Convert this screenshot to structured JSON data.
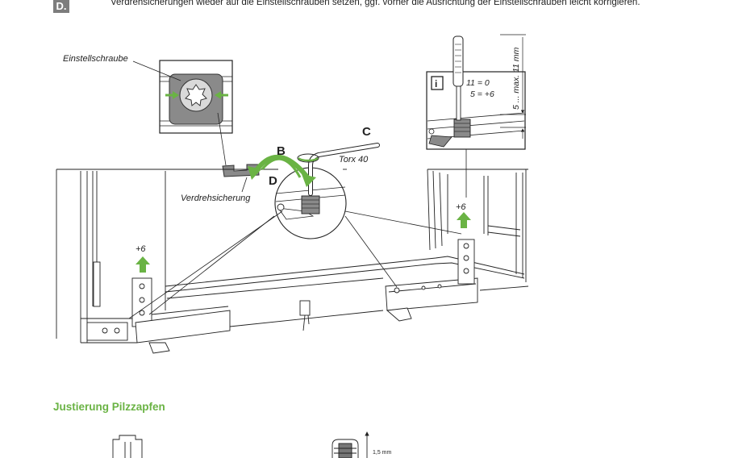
{
  "step": {
    "badge": "D.",
    "text": "Verdrehsicherungen wieder auf die Einstellschrauben setzen, ggf. vorher die Ausrichtung der Einstellschrauben leicht korrigieren."
  },
  "labels": {
    "einstellschraube": "Einstellschraube",
    "verdrehsicherung": "Verdrehsicherung",
    "torx": "Torx 40",
    "letter_b": "B",
    "letter_c": "C",
    "letter_d": "D",
    "plus6_left": "+6",
    "plus6_right": "+6",
    "info_icon": "i",
    "info_line1": "11 =   0",
    "info_line2": "5 = +6",
    "range": "5 ... max. 11 mm"
  },
  "bottom": {
    "heading": "Justierung Pilzzapfen",
    "dim_label": "1,5 mm"
  },
  "colors": {
    "accent_green": "#6ab344",
    "badge_gray": "#7d7d7d",
    "part_gray": "#8a8a8a"
  },
  "icons": [
    "arrow-up-icon",
    "curved-arrow-icon",
    "info-icon"
  ]
}
